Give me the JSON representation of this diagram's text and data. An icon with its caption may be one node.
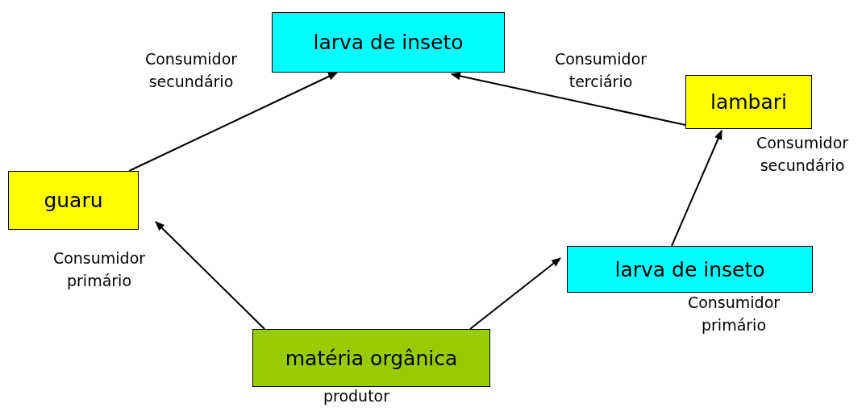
{
  "diagram": {
    "nodes": [
      {
        "text": [
          "larva de inseto"
        ]
      },
      {
        "text": [
          "lambari"
        ]
      },
      {
        "text": [
          "guaru"
        ]
      },
      {
        "text": [
          "larva de inseto"
        ],
        "beside": [
          "Consumidor primário"
        ]
      },
      {
        "text": [
          "matéria orgânica"
        ],
        "beside": [
          "produtor"
        ]
      }
    ],
    "edges": [
      {
        "from": 2,
        "to": 0,
        "arrow": "to"
      },
      {
        "from": 1,
        "to": 0,
        "arrow": "to"
      },
      {
        "from": 4,
        "to": 2,
        "arrow": "to"
      },
      {
        "from": 4,
        "to": 3,
        "arrow": "to"
      },
      {
        "from": 3,
        "to": 1,
        "arrow": "to"
      }
    ],
    "labels": [
      "Consumidor secundário",
      "Consumidor terciário",
      "Consumidor secundário",
      "Consumidor primário"
    ]
  }
}
